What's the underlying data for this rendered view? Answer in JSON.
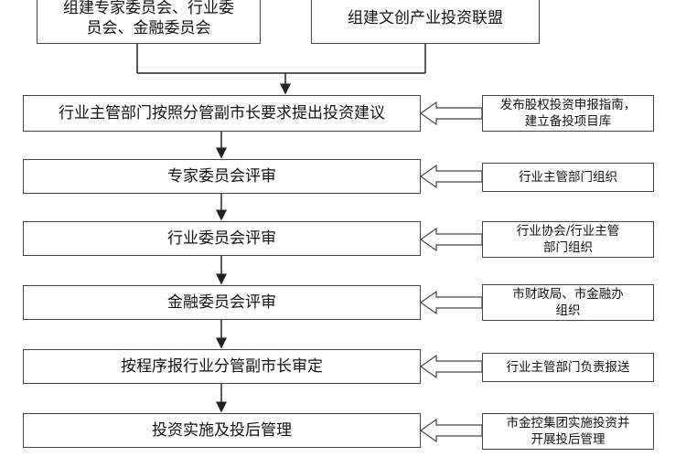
{
  "top_boxes": [
    {
      "text": "组建专家委员会、行业委\n员会、金融委员会"
    },
    {
      "text": "组建文创产业投资联盟"
    }
  ],
  "steps": [
    {
      "text": "行业主管部门按照分管副市长要求提出投资建议"
    },
    {
      "text": "专家委员会评审"
    },
    {
      "text": "行业委员会评审"
    },
    {
      "text": "金融委员会评审"
    },
    {
      "text": "按程序报行业分管副市长审定"
    },
    {
      "text": "投资实施及投后管理"
    }
  ],
  "side_notes": [
    {
      "text": "发布股权投资申报指南，\n建立备投项目库"
    },
    {
      "text": "行业主管部门组织"
    },
    {
      "text": "行业协会/行业主管\n部门组织"
    },
    {
      "text": "市财政局、市金融办\n组织"
    },
    {
      "text": "行业主管部门负责报送"
    },
    {
      "text": "市金控集团实施投资并\n开展投后管理"
    }
  ]
}
